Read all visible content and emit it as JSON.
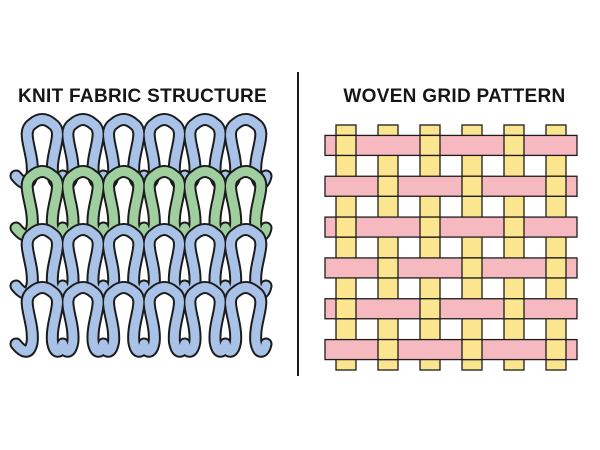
{
  "titles": {
    "knit": "KNIT FABRIC STRUCTURE",
    "woven": "WOVEN GRID PATTERN"
  },
  "colors": {
    "knit_blue": "#a9c3e8",
    "knit_green": "#9fcf9f",
    "woven_yellow": "#fbe58e",
    "woven_pink": "#f5b9bf",
    "outline": "#1c1c1c",
    "divider": "#1a1a1a"
  },
  "knit": {
    "rows": 4,
    "loops_per_row": 6,
    "row_colors": [
      "knit_blue",
      "knit_green",
      "knit_blue",
      "knit_blue"
    ]
  },
  "woven": {
    "warp_count": 6,
    "weft_count": 6,
    "warp_color": "woven_yellow",
    "weft_color": "woven_pink"
  }
}
